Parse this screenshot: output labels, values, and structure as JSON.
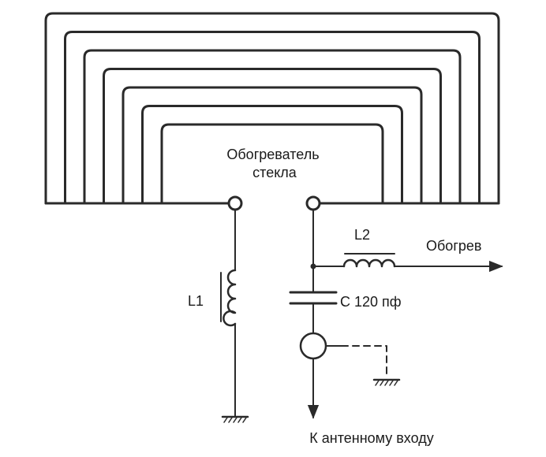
{
  "heater": {
    "label_line1": "Обогреватель",
    "label_line2": "стекла",
    "loop_count": 7
  },
  "components": {
    "l1_label": "L1",
    "l2_label": "L2",
    "capacitor_label": "C 120 пф"
  },
  "outputs": {
    "heating": "Обогрев",
    "antenna_input": "К антенному входу"
  },
  "colors": {
    "line": "#2a2a2a",
    "text": "#1a1a1a",
    "background": "#ffffff"
  }
}
